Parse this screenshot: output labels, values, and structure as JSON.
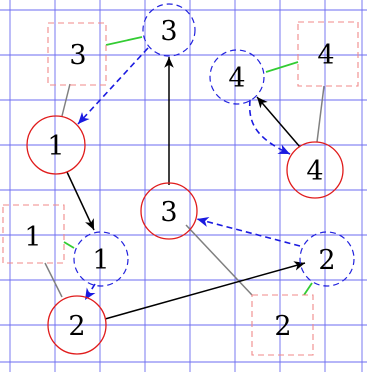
{
  "nodes": [
    {
      "id": "sq-tl",
      "label": "3",
      "shape": "dashed-square"
    },
    {
      "id": "dc-top",
      "label": "3",
      "shape": "dashed-circle"
    },
    {
      "id": "dc-tr",
      "label": "4",
      "shape": "dashed-circle"
    },
    {
      "id": "sq-tr",
      "label": "4",
      "shape": "dashed-square"
    },
    {
      "id": "rc-left",
      "label": "1",
      "shape": "solid-circle"
    },
    {
      "id": "rc-right",
      "label": "4",
      "shape": "solid-circle"
    },
    {
      "id": "rc-mid",
      "label": "3",
      "shape": "solid-circle"
    },
    {
      "id": "sq-left",
      "label": "1",
      "shape": "dashed-square"
    },
    {
      "id": "dc-left",
      "label": "1",
      "shape": "dashed-circle"
    },
    {
      "id": "dc-right",
      "label": "2",
      "shape": "dashed-circle"
    },
    {
      "id": "rc-bot",
      "label": "2",
      "shape": "solid-circle"
    },
    {
      "id": "sq-br",
      "label": "2",
      "shape": "dashed-square"
    }
  ],
  "edges": [
    {
      "from": "dc-top",
      "to": "rc-left",
      "style": "blue-dashed-arrow"
    },
    {
      "from": "rc-mid",
      "to": "dc-top",
      "style": "black-arrow"
    },
    {
      "from": "rc-right",
      "to": "dc-tr",
      "style": "black-arrow"
    },
    {
      "from": "dc-tr",
      "to": "rc-right",
      "style": "blue-dashed-curved-arrow"
    },
    {
      "from": "rc-left",
      "to": "dc-left",
      "style": "black-arrow"
    },
    {
      "from": "dc-right",
      "to": "rc-mid",
      "style": "blue-dashed-arrow"
    },
    {
      "from": "rc-bot",
      "to": "dc-right",
      "style": "black-arrow"
    },
    {
      "from": "dc-left",
      "to": "rc-bot",
      "style": "blue-dashed-arrow"
    },
    {
      "from": "sq-tl",
      "to": "rc-left",
      "style": "gray-line"
    },
    {
      "from": "sq-tr",
      "to": "rc-right",
      "style": "gray-line"
    },
    {
      "from": "rc-mid",
      "to": "sq-br",
      "style": "gray-line"
    },
    {
      "from": "sq-left",
      "to": "rc-bot",
      "style": "gray-line"
    },
    {
      "from": "sq-tl",
      "to": "dc-top",
      "style": "green-line"
    },
    {
      "from": "dc-tr",
      "to": "sq-tr",
      "style": "green-line"
    },
    {
      "from": "sq-left",
      "to": "dc-left",
      "style": "green-line"
    },
    {
      "from": "sq-br",
      "to": "dc-right",
      "style": "green-line"
    }
  ],
  "colors": {
    "grid": "#6b6bf0",
    "solid_circle": "#e01b1b",
    "dashed_circle": "#2222dd",
    "dashed_square": "#f08a8a",
    "arrow_black": "#000000",
    "arrow_blue": "#1a1ae0",
    "line_gray": "#808080",
    "line_green": "#33cc33"
  }
}
